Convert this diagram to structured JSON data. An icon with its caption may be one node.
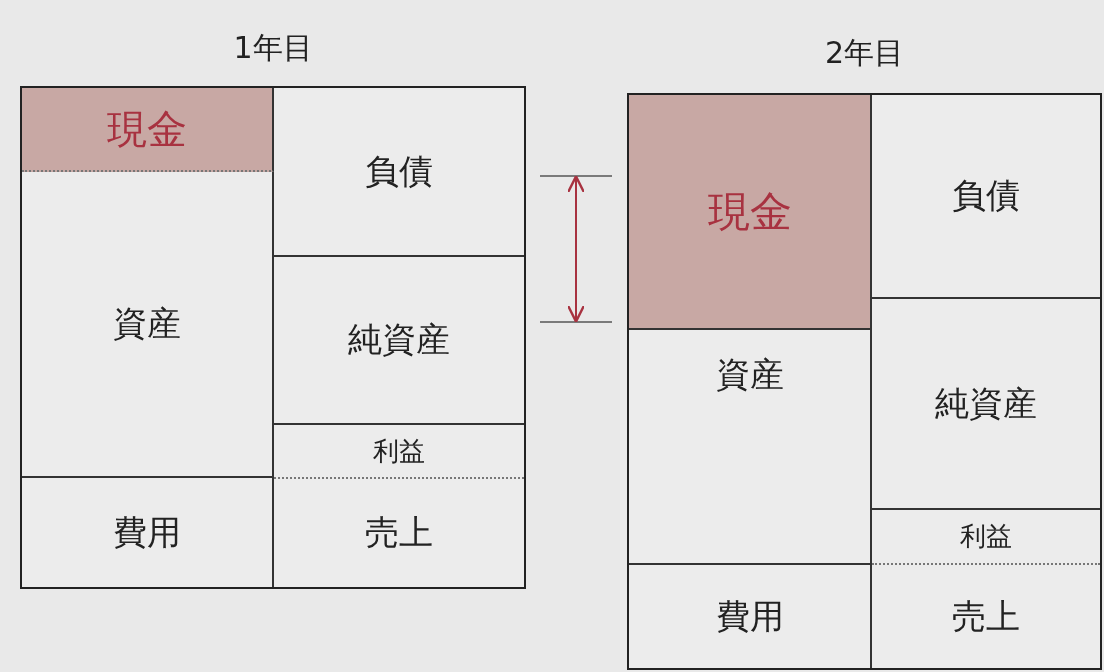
{
  "diagram": {
    "nodes": [
      {
        "text": [
          "1年目"
        ]
      },
      {
        "text": [
          "現金"
        ],
        "in": 0
      },
      {
        "text": [
          "資産"
        ],
        "in": 0
      },
      {
        "text": [
          "費用"
        ],
        "in": 0
      },
      {
        "text": [
          "負債"
        ],
        "in": 0
      },
      {
        "text": [
          "純資産"
        ],
        "in": 0
      },
      {
        "text": [
          "利益"
        ],
        "in": 0
      },
      {
        "text": [
          "売上"
        ],
        "in": 0
      },
      {
        "text": [
          "2年目"
        ]
      },
      {
        "text": [
          "現金"
        ],
        "in": 8
      },
      {
        "text": [
          "資産"
        ],
        "in": 8
      },
      {
        "text": [
          "費用"
        ],
        "in": 8
      },
      {
        "text": [
          "負債"
        ],
        "in": 8
      },
      {
        "text": [
          "純資産"
        ],
        "in": 8
      },
      {
        "text": [
          "利益"
        ],
        "in": 8
      },
      {
        "text": [
          "売上"
        ],
        "in": 8
      }
    ]
  }
}
